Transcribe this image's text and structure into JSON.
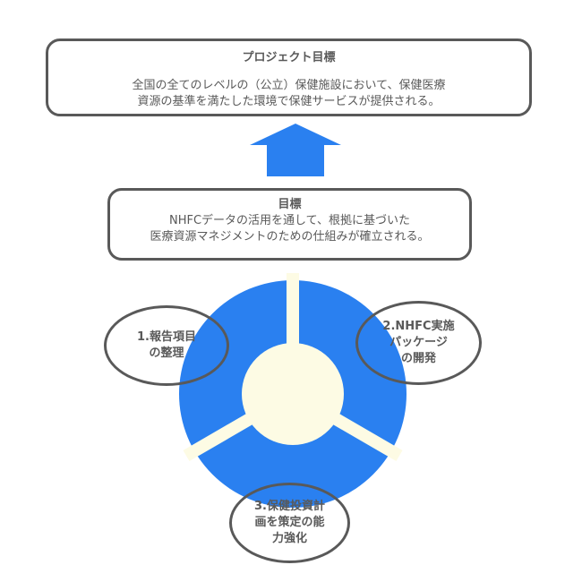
{
  "project_goal": {
    "title": "プロジェクト目標",
    "lines": [
      "全国の全てのレベルの（公立）保健施設において、保健医療",
      "資源の基準を満たした環境で保健サービスが提供される。"
    ]
  },
  "goal": {
    "title": "目標",
    "lines": [
      "NHFCデータの活用を通して、根拠に基づいた",
      "医療資源マネジメントのための仕組みが確立される。"
    ]
  },
  "outputs": [
    {
      "lines": [
        "1.報告項目",
        "の整理"
      ]
    },
    {
      "lines": [
        "2.NHFC実施",
        "パッケージ",
        "の開発"
      ]
    },
    {
      "lines": [
        "3.保健投資計",
        "画を策定の能",
        "力強化"
      ]
    }
  ],
  "colors": {
    "wheel": "#2a80f0",
    "wheel_center": "#fdfbe4",
    "arrow": "#2a80f0",
    "outline": "#595959"
  }
}
